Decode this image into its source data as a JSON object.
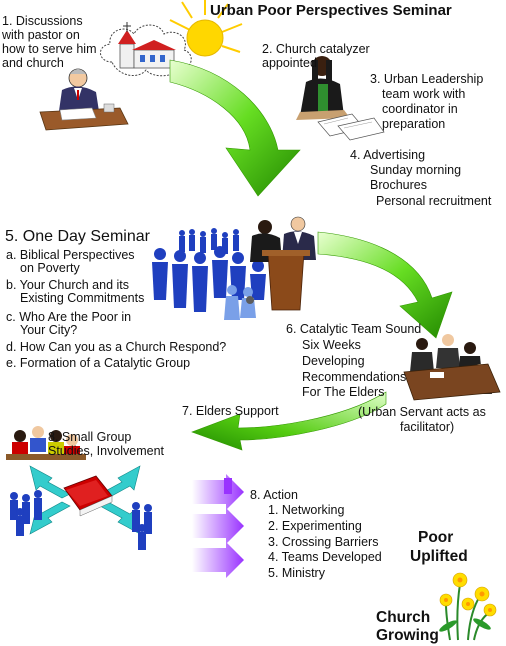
{
  "title": "Urban Poor Perspectives Seminar",
  "steps": {
    "s1": [
      "1. Discussions",
      "with pastor on",
      "how to serve him",
      "and church"
    ],
    "s2": [
      "2. Church catalyzer",
      "appointed"
    ],
    "s3": [
      "3. Urban Leadership",
      "team work with",
      "coordinator in",
      "preparation"
    ],
    "s4": [
      "4. Advertising",
      "Sunday morning",
      "Brochures",
      "Personal recruitment"
    ],
    "s5_title": "5. One Day Seminar",
    "s5_items": [
      "a. Biblical Perspectives",
      "on Poverty",
      "b. Your Church and its",
      "Existing Commitments",
      "c. Who Are the Poor in",
      "Your City?",
      "d. How Can you as a Church Respond?",
      "e. Formation of a Catalytic Group"
    ],
    "s6": [
      "6. Catalytic Team Sound",
      "Six Weeks",
      "Developing",
      "Recommendations",
      "For The Elders"
    ],
    "s6_note": [
      "(Urban Servant acts as",
      "facilitator)"
    ],
    "s7": "7. Elders Support",
    "s8a": [
      "8. Small Group",
      "Studies, Involvement"
    ],
    "s8b_title": "8. Action",
    "s8b_items": [
      "1. Networking",
      "2. Experimenting",
      "3. Crossing Barriers",
      "4. Teams Developed",
      "5. Ministry"
    ]
  },
  "outcomes": {
    "poor": [
      "Poor",
      "Uplifted"
    ],
    "church": [
      "Church",
      "Growing"
    ]
  },
  "colors": {
    "arrow_green": "#33cc00",
    "arrow_dark": "#1a7a00",
    "sun": "#ffd700",
    "crowd_blue": "#1f3fbf",
    "purple": "#9933ff",
    "cyan": "#33cccc",
    "book_red": "#cc0000"
  }
}
